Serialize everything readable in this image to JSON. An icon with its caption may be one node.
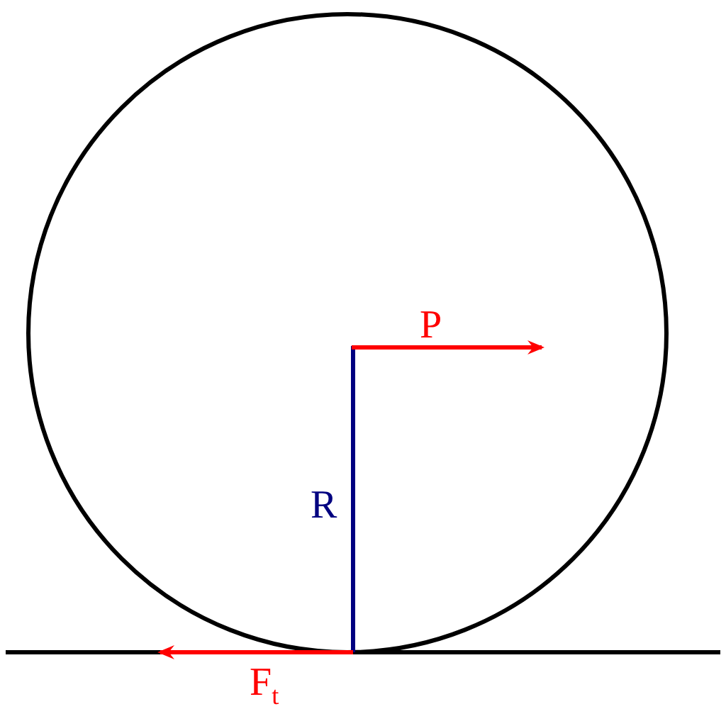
{
  "diagram": {
    "labels": [
      "P",
      "R",
      "F$_{t}$"
    ]
  }
}
